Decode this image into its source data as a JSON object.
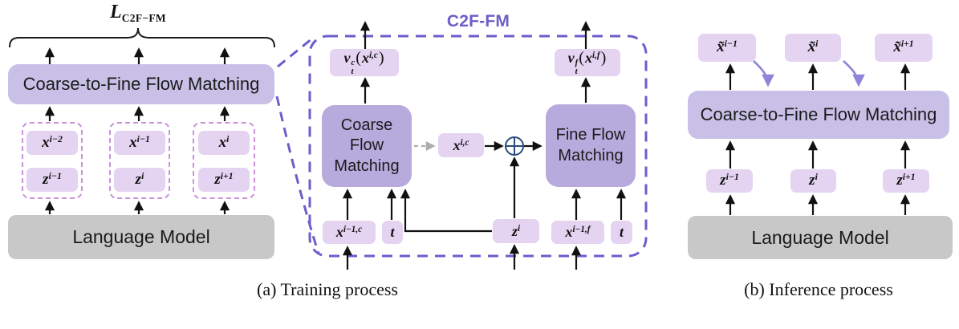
{
  "figure": {
    "type": "diagram",
    "captions": {
      "a": "(a) Training process",
      "b": "(b) Inference process"
    }
  },
  "colors": {
    "wide_box": "#c9c0e8",
    "module_box": "#b7abde",
    "pill": "#e5d3f2",
    "language_model_box": "#c8c8c8",
    "pink_dashed_border": "#cb92dc",
    "blue_dashed_border": "#6a5ecb",
    "c2ffm_title": "#6c5fc7",
    "feedback_arrow": "#8e85d9",
    "oplus": "#2a4a7c",
    "arrow": "#111111",
    "gray_dashed_arrow": "#adadad"
  },
  "icons": {
    "combine": "circled-plus-icon"
  },
  "left": {
    "loss_label": {
      "base": "L",
      "sub": "C2F−FM"
    },
    "c2f_box": "Coarse-to-Fine Flow Matching",
    "lm_box": "Language Model",
    "groups": [
      {
        "x": {
          "base": "x",
          "sup": "i−2"
        },
        "z": {
          "base": "z",
          "sup": "i−1"
        }
      },
      {
        "x": {
          "base": "x",
          "sup": "i−1"
        },
        "z": {
          "base": "z",
          "sup": "i"
        }
      },
      {
        "x": {
          "base": "x",
          "sup": "i"
        },
        "z": {
          "base": "z",
          "sup": "i+1"
        }
      }
    ]
  },
  "middle": {
    "title": "C2F-FM",
    "coarse_box": "Coarse Flow Matching",
    "fine_box": "Fine Flow Matching",
    "outputs": {
      "coarse": {
        "v": "v",
        "sup": "c",
        "sub": "t",
        "open": "(",
        "arg": "x",
        "arg_sup": "i,c",
        "close": ")"
      },
      "fine": {
        "v": "v",
        "sup": "f",
        "sub": "t",
        "open": "(",
        "arg": "x",
        "arg_sup": "i,f",
        "close": ")"
      }
    },
    "mid_pill": {
      "base": "x",
      "sup": "i,c"
    },
    "inputs": {
      "xc": {
        "base": "x",
        "sup": "i−1,c"
      },
      "t1": {
        "base": "t",
        "sup": ""
      },
      "z": {
        "base": "z",
        "sup": "i"
      },
      "xf": {
        "base": "x",
        "sup": "i−1,f"
      },
      "t2": {
        "base": "t",
        "sup": ""
      }
    }
  },
  "right": {
    "c2f_box": "Coarse-to-Fine Flow Matching",
    "lm_box": "Language Model",
    "outputs": [
      {
        "base": "x̃",
        "sup": "i−1"
      },
      {
        "base": "x̃",
        "sup": "i"
      },
      {
        "base": "x̃",
        "sup": "i+1"
      }
    ],
    "inputs": [
      {
        "base": "z",
        "sup": "i−1"
      },
      {
        "base": "z",
        "sup": "i"
      },
      {
        "base": "z",
        "sup": "i+1"
      }
    ]
  }
}
